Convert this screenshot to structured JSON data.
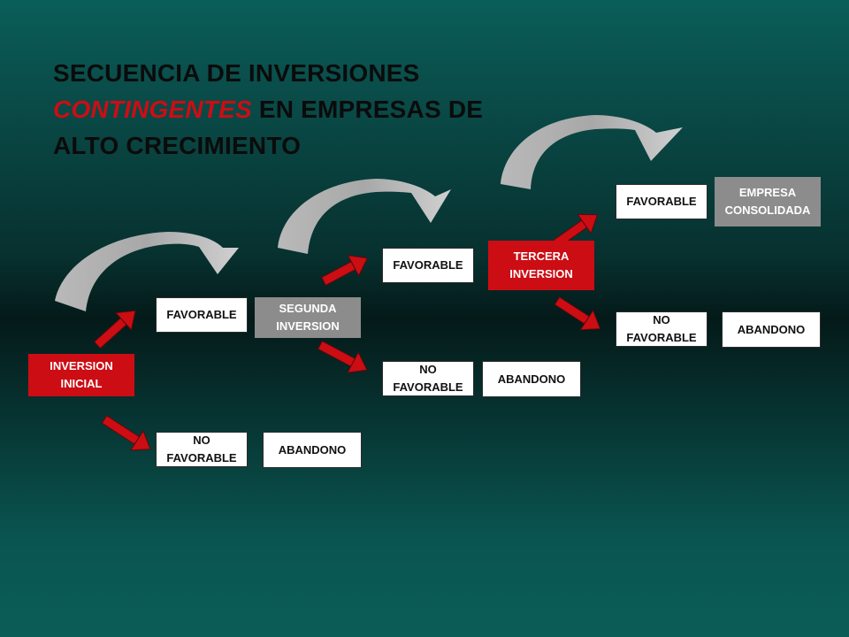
{
  "title": {
    "line1": "SECUENCIA DE INVERSIONES",
    "em": "CONTINGENTES",
    "line2_rest": " EN EMPRESAS DE",
    "line3": "ALTO CRECIMIENTO"
  },
  "colors": {
    "accent_red": "#cc0d14",
    "box_gray": "#8c8c8c",
    "curve_gray": "#a6a6a6"
  },
  "stage1": {
    "start": "INVERSION\nINICIAL",
    "favorable": "FAVORABLE",
    "no_favorable": "NO\nFAVORABLE",
    "abandono": "ABANDONO"
  },
  "stage2": {
    "investment": "SEGUNDA\nINVERSION",
    "favorable": "FAVORABLE",
    "no_favorable": "NO\nFAVORABLE",
    "abandono": "ABANDONO"
  },
  "stage3": {
    "investment": "TERCERA\nINVERSION",
    "favorable": "FAVORABLE",
    "no_favorable": "NO\nFAVORABLE",
    "abandono": "ABANDONO",
    "result": "EMPRESA\nCONSOLIDADA"
  }
}
